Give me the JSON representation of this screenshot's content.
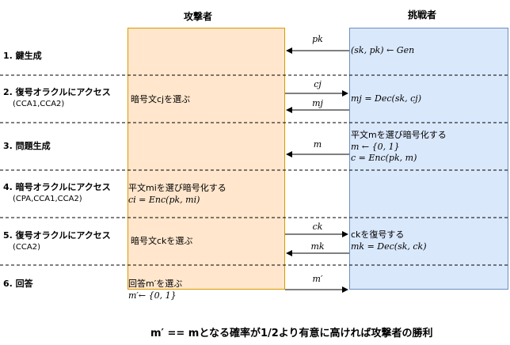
{
  "headers": {
    "attacker": "攻撃者",
    "challenger": "挑戦者"
  },
  "steps": [
    {
      "title": "1. 鍵生成",
      "sub": ""
    },
    {
      "title": "2. 復号オラクルにアクセス",
      "sub": "(CCA1,CCA2)"
    },
    {
      "title": "3. 問題生成",
      "sub": ""
    },
    {
      "title": "4. 暗号オラクルにアクセス",
      "sub": "(CPA,CCA1,CCA2)"
    },
    {
      "title": "5. 復号オラクルにアクセス",
      "sub": "(CCA2)"
    },
    {
      "title": "6. 回答",
      "sub": ""
    }
  ],
  "challenger_texts": {
    "gen": "(sk, pk) ← Gen",
    "dec_j": "mj = Dec(sk, cj)",
    "enc_line1": "平文mを選び暗号化する",
    "enc_line2": "m ← {0, 1}",
    "enc_line3": "c = Enc(pk, m)",
    "dec_k_line1": "ckを復号する",
    "dec_k_line2": "mk = Dec(sk, ck)"
  },
  "attacker_texts": {
    "choose_cj": "暗号文cjを選ぶ",
    "enc_line1": "平文miを選び暗号化する",
    "enc_line2": "ci = Enc(pk, mi)",
    "choose_ck": "暗号文ckを選ぶ",
    "answer_line1": "回答m′を選ぶ",
    "answer_line2": "m′← {0, 1}"
  },
  "messages": {
    "pk": "pk",
    "cj": "cj",
    "mj": "mj",
    "m": "m",
    "ck": "ck",
    "mk": "mk",
    "mprime": "m′"
  },
  "footer": "m′ == mとなる確率が1/2より有意に高ければ攻撃者の勝利"
}
